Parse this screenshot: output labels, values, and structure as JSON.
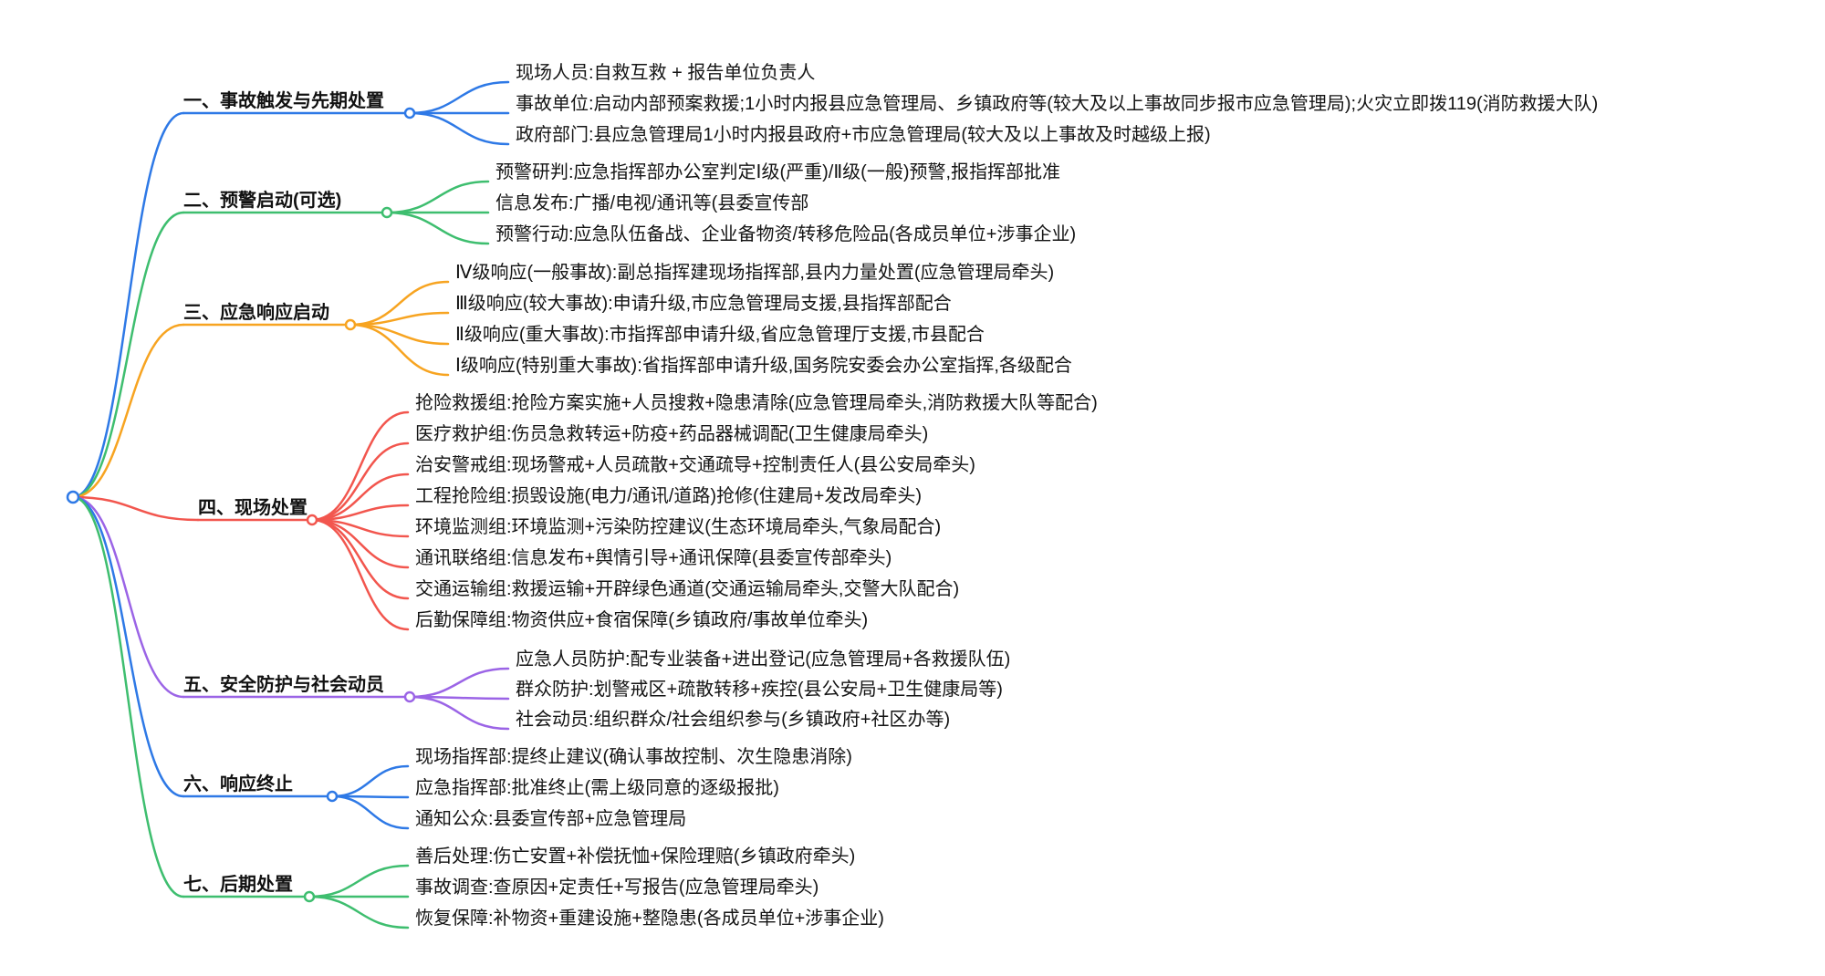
{
  "colors": {
    "blue": "#2e79e6",
    "green": "#3ebe6f",
    "orange": "#f7a421",
    "red": "#f2564e",
    "purple": "#9b64e6"
  },
  "branches": [
    {
      "label": "一、事故触发与先期处置",
      "color": "blue",
      "children": [
        "现场人员:自救互救 + 报告单位负责人",
        "事故单位:启动内部预案救援;1小时内报县应急管理局、乡镇政府等(较大及以上事故同步报市应急管理局);火灾立即拨119(消防救援大队)",
        "政府部门:县应急管理局1小时内报县政府+市应急管理局(较大及以上事故及时越级上报)"
      ]
    },
    {
      "label": "二、预警启动(可选)",
      "color": "green",
      "children": [
        "预警研判:应急指挥部办公室判定Ⅰ级(严重)/Ⅱ级(一般)预警,报指挥部批准",
        "信息发布:广播/电视/通讯等(县委宣传部",
        "预警行动:应急队伍备战、企业备物资/转移危险品(各成员单位+涉事企业)"
      ]
    },
    {
      "label": "三、应急响应启动",
      "color": "orange",
      "children": [
        "Ⅳ级响应(一般事故):副总指挥建现场指挥部,县内力量处置(应急管理局牵头)",
        "Ⅲ级响应(较大事故):申请升级,市应急管理局支援,县指挥部配合",
        "Ⅱ级响应(重大事故):市指挥部申请升级,省应急管理厅支援,市县配合",
        "Ⅰ级响应(特别重大事故):省指挥部申请升级,国务院安委会办公室指挥,各级配合"
      ]
    },
    {
      "label": "四、现场处置",
      "color": "red",
      "children": [
        "抢险救援组:抢险方案实施+人员搜救+隐患清除(应急管理局牵头,消防救援大队等配合)",
        "医疗救护组:伤员急救转运+防疫+药品器械调配(卫生健康局牵头)",
        "治安警戒组:现场警戒+人员疏散+交通疏导+控制责任人(县公安局牵头)",
        "工程抢险组:损毁设施(电力/通讯/道路)抢修(住建局+发改局牵头)",
        "环境监测组:环境监测+污染防控建议(生态环境局牵头,气象局配合)",
        "通讯联络组:信息发布+舆情引导+通讯保障(县委宣传部牵头)",
        "交通运输组:救援运输+开辟绿色通道(交通运输局牵头,交警大队配合)",
        "后勤保障组:物资供应+食宿保障(乡镇政府/事故单位牵头)"
      ]
    },
    {
      "label": "五、安全防护与社会动员",
      "color": "purple",
      "children": [
        "应急人员防护:配专业装备+进出登记(应急管理局+各救援队伍)",
        "群众防护:划警戒区+疏散转移+疾控(县公安局+卫生健康局等)",
        "社会动员:组织群众/社会组织参与(乡镇政府+社区办等)"
      ]
    },
    {
      "label": "六、响应终止",
      "color": "blue",
      "children": [
        "现场指挥部:提终止建议(确认事故控制、次生隐患消除)",
        "应急指挥部:批准终止(需上级同意的逐级报批)",
        "通知公众:县委宣传部+应急管理局"
      ]
    },
    {
      "label": "七、后期处置",
      "color": "green",
      "children": [
        "善后处理:伤亡安置+补偿抚恤+保险理赔(乡镇政府牵头)",
        "事故调查:查原因+定责任+写报告(应急管理局牵头)",
        "恢复保障:补物资+重建设施+整隐患(各成员单位+涉事企业)"
      ]
    }
  ]
}
